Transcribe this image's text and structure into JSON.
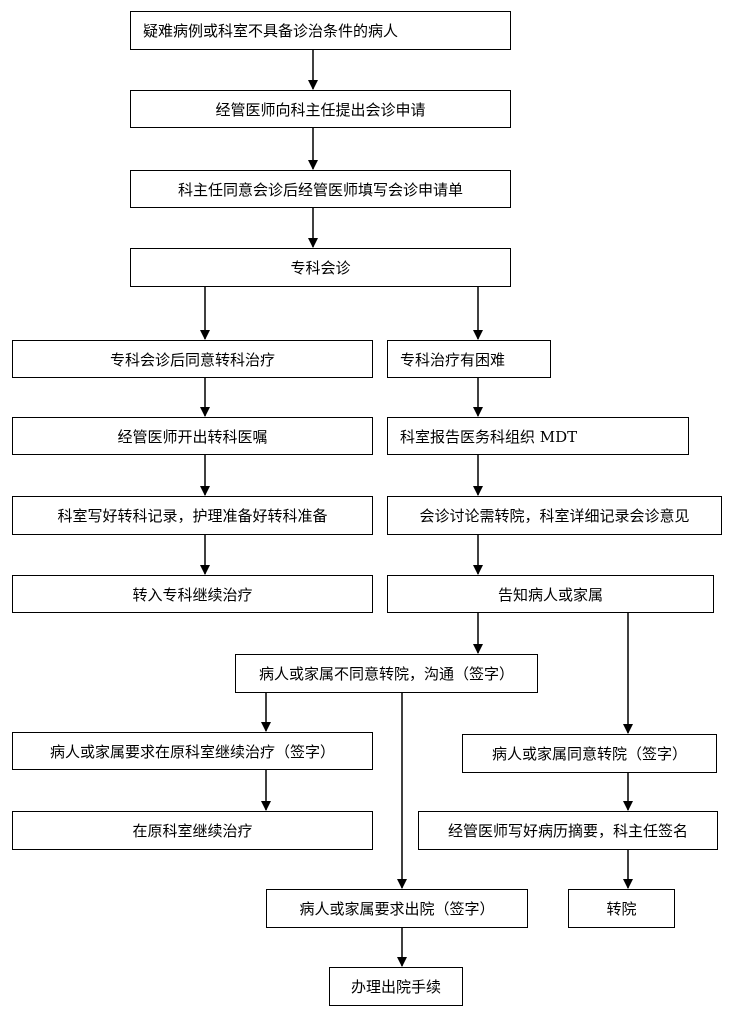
{
  "nodes": {
    "start": "疑难病例或科室不具备诊治条件的病人",
    "apply": "经管医师向科主任提出会诊申请",
    "form": "科主任同意会诊后经管医师填写会诊申请单",
    "consult": "专科会诊",
    "agree_transfer": "专科会诊后同意转科治疗",
    "difficult": "专科治疗有困难",
    "order": "经管医师开出转科医嘱",
    "mdt": "科室报告医务科组织 MDT",
    "records": "科室写好转科记录，护理准备好转科准备",
    "discuss": "会诊讨论需转院，科室详细记录会诊意见",
    "continue_special": "转入专科继续治疗",
    "inform": "告知病人或家属",
    "disagree": "病人或家属不同意转院，沟通（签字）",
    "stay_request": "病人或家属要求在原科室继续治疗（签字）",
    "agree_hospital": "病人或家属同意转院（签字）",
    "stay_treat": "在原科室继续治疗",
    "summary": "经管医师写好病历摘要，科主任签名",
    "discharge_request": "病人或家属要求出院（签字）",
    "transfer_hospital": "转院",
    "discharge": "办理出院手续"
  },
  "colors": {
    "stroke": "#000000",
    "fill": "#ffffff",
    "text": "#000000"
  }
}
